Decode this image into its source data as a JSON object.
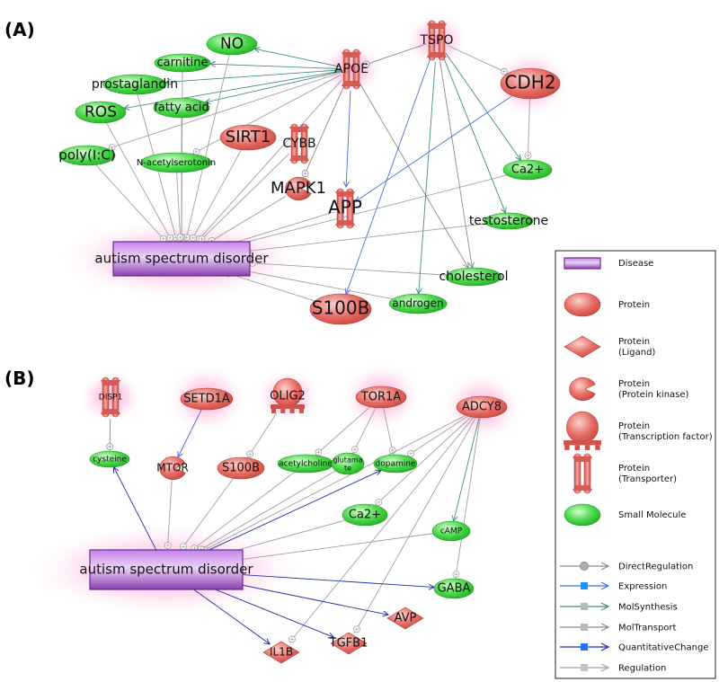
{
  "colors": {
    "protein_fill": "#e0605a",
    "protein_light": "#f5a39e",
    "small_molecule_fill": "#33cc33",
    "small_molecule_light": "#a6f0a0",
    "disease_fill": "#8a3fae",
    "disease_light": "#d7a8f0",
    "halo": "#ff8fc8",
    "edge_direct": "#8a8a8a",
    "edge_expression": "#4a6fd8",
    "edge_molsynth": "#3f8f86",
    "edge_moltransport": "#8a8a8a",
    "edge_quant": "#1f2fa8",
    "edge_regulation": "#a0a0a0"
  },
  "panels": [
    {
      "id": "A",
      "label": "(A)"
    },
    {
      "id": "B",
      "label": "(B)"
    }
  ],
  "nodes": [
    {
      "id": "A_asd",
      "panel": "A",
      "type": "disease",
      "label": "autism spectrum disorder"
    },
    {
      "id": "A_APOE",
      "panel": "A",
      "type": "transporter",
      "label": "APOE"
    },
    {
      "id": "A_TSPO",
      "panel": "A",
      "type": "transporter",
      "label": "TSPO"
    },
    {
      "id": "A_CDH2",
      "panel": "A",
      "type": "protein",
      "label": "CDH2"
    },
    {
      "id": "A_SIRT1",
      "panel": "A",
      "type": "protein",
      "label": "SIRT1"
    },
    {
      "id": "A_CYBB",
      "panel": "A",
      "type": "transporter",
      "label": "CYBB"
    },
    {
      "id": "A_MAPK1",
      "panel": "A",
      "type": "kinase",
      "label": "MAPK1"
    },
    {
      "id": "A_APP",
      "panel": "A",
      "type": "transporter",
      "label": "APP"
    },
    {
      "id": "A_S100B",
      "panel": "A",
      "type": "protein",
      "label": "S100B"
    },
    {
      "id": "A_NO",
      "panel": "A",
      "type": "small",
      "label": "NO"
    },
    {
      "id": "A_carnitine",
      "panel": "A",
      "type": "small",
      "label": "carnitine"
    },
    {
      "id": "A_prostaglandin",
      "panel": "A",
      "type": "small",
      "label": "prostaglandin"
    },
    {
      "id": "A_ROS",
      "panel": "A",
      "type": "small",
      "label": "ROS"
    },
    {
      "id": "A_fattyacid",
      "panel": "A",
      "type": "small",
      "label": "fatty acid"
    },
    {
      "id": "A_polyIC",
      "panel": "A",
      "type": "small",
      "label": "poly(I:C)"
    },
    {
      "id": "A_nacetyl",
      "panel": "A",
      "type": "small",
      "label": "N-acetylserotonin"
    },
    {
      "id": "A_Ca2",
      "panel": "A",
      "type": "small",
      "label": "Ca2+"
    },
    {
      "id": "A_testosterone",
      "panel": "A",
      "type": "small",
      "label": "testosterone"
    },
    {
      "id": "A_cholesterol",
      "panel": "A",
      "type": "small",
      "label": "cholesterol"
    },
    {
      "id": "A_androgen",
      "panel": "A",
      "type": "small",
      "label": "androgen"
    },
    {
      "id": "B_asd",
      "panel": "B",
      "type": "disease",
      "label": "autism spectrum disorder"
    },
    {
      "id": "B_DISP1",
      "panel": "B",
      "type": "transporter",
      "label": "DISP1"
    },
    {
      "id": "B_SETD1A",
      "panel": "B",
      "type": "protein",
      "label": "SETD1A"
    },
    {
      "id": "B_OLIG2",
      "panel": "B",
      "type": "tf",
      "label": "OLIG2"
    },
    {
      "id": "B_TOR1A",
      "panel": "B",
      "type": "protein",
      "label": "TOR1A"
    },
    {
      "id": "B_ADCY8",
      "panel": "B",
      "type": "protein",
      "label": "ADCY8"
    },
    {
      "id": "B_cysteine",
      "panel": "B",
      "type": "small",
      "label": "cysteine"
    },
    {
      "id": "B_MTOR",
      "panel": "B",
      "type": "kinase",
      "label": "MTOR"
    },
    {
      "id": "B_S100B",
      "panel": "B",
      "type": "protein",
      "label": "S100B"
    },
    {
      "id": "B_acetylcholine",
      "panel": "B",
      "type": "small",
      "label": "acetylcholine"
    },
    {
      "id": "B_glutamate",
      "panel": "B",
      "type": "small",
      "label": "glutama\nte"
    },
    {
      "id": "B_dopamine",
      "panel": "B",
      "type": "small",
      "label": "dopamine"
    },
    {
      "id": "B_Ca2",
      "panel": "B",
      "type": "small",
      "label": "Ca2+"
    },
    {
      "id": "B_cAMP",
      "panel": "B",
      "type": "small",
      "label": "cAMP"
    },
    {
      "id": "B_GABA",
      "panel": "B",
      "type": "small",
      "label": "GABA"
    },
    {
      "id": "B_AVP",
      "panel": "B",
      "type": "ligand",
      "label": "AVP"
    },
    {
      "id": "B_TGFB1",
      "panel": "B",
      "type": "ligand",
      "label": "TGFB1"
    },
    {
      "id": "B_IL1B",
      "panel": "B",
      "type": "ligand",
      "label": "IL1B"
    }
  ],
  "edges": [
    {
      "from": "A_APOE",
      "to": "A_NO",
      "kind": "molsynth"
    },
    {
      "from": "A_APOE",
      "to": "A_carnitine",
      "kind": "molsynth"
    },
    {
      "from": "A_APOE",
      "to": "A_prostaglandin",
      "kind": "molsynth"
    },
    {
      "from": "A_APOE",
      "to": "A_ROS",
      "kind": "molsynth"
    },
    {
      "from": "A_APOE",
      "to": "A_fattyacid",
      "kind": "molsynth"
    },
    {
      "from": "A_APOE",
      "to": "A_nacetyl",
      "kind": "regulation"
    },
    {
      "from": "A_APOE",
      "to": "A_polyIC",
      "kind": "regulation"
    },
    {
      "from": "A_APOE",
      "to": "A_APP",
      "kind": "expression"
    },
    {
      "from": "A_APOE",
      "to": "A_MAPK1",
      "kind": "direct"
    },
    {
      "from": "A_APOE",
      "to": "A_cholesterol",
      "kind": "moltransport"
    },
    {
      "from": "A_APOE",
      "to": "A_asd",
      "kind": "regulation"
    },
    {
      "from": "A_TSPO",
      "to": "A_APOE",
      "kind": "direct"
    },
    {
      "from": "A_TSPO",
      "to": "A_CDH2",
      "kind": "regulation"
    },
    {
      "from": "A_TSPO",
      "to": "A_Ca2",
      "kind": "molsynth"
    },
    {
      "from": "A_TSPO",
      "to": "A_testosterone",
      "kind": "molsynth"
    },
    {
      "from": "A_TSPO",
      "to": "A_cholesterol",
      "kind": "moltransport"
    },
    {
      "from": "A_TSPO",
      "to": "A_androgen",
      "kind": "molsynth"
    },
    {
      "from": "A_TSPO",
      "to": "A_S100B",
      "kind": "expression"
    },
    {
      "from": "A_CDH2",
      "to": "A_Ca2",
      "kind": "regulation"
    },
    {
      "from": "A_CDH2",
      "to": "A_APP",
      "kind": "expression"
    },
    {
      "from": "A_NO",
      "to": "A_asd",
      "kind": "regulation"
    },
    {
      "from": "A_carnitine",
      "to": "A_asd",
      "kind": "regulation"
    },
    {
      "from": "A_prostaglandin",
      "to": "A_asd",
      "kind": "regulation"
    },
    {
      "from": "A_ROS",
      "to": "A_asd",
      "kind": "regulation"
    },
    {
      "from": "A_fattyacid",
      "to": "A_asd",
      "kind": "regulation"
    },
    {
      "from": "A_polyIC",
      "to": "A_asd",
      "kind": "regulation"
    },
    {
      "from": "A_nacetyl",
      "to": "A_asd",
      "kind": "regulation"
    },
    {
      "from": "A_SIRT1",
      "to": "A_asd",
      "kind": "regulation"
    },
    {
      "from": "A_CYBB",
      "to": "A_asd",
      "kind": "regulation"
    },
    {
      "from": "A_MAPK1",
      "to": "A_asd",
      "kind": "regulation"
    },
    {
      "from": "A_APP",
      "to": "A_asd",
      "kind": "regulation"
    },
    {
      "from": "A_Ca2",
      "to": "A_asd",
      "kind": "regulation"
    },
    {
      "from": "A_testosterone",
      "to": "A_asd",
      "kind": "regulation"
    },
    {
      "from": "A_cholesterol",
      "to": "A_asd",
      "kind": "regulation"
    },
    {
      "from": "A_androgen",
      "to": "A_asd",
      "kind": "regulation"
    },
    {
      "from": "A_S100B",
      "to": "A_asd",
      "kind": "regulation"
    },
    {
      "from": "B_DISP1",
      "to": "B_cysteine",
      "kind": "direct"
    },
    {
      "from": "B_SETD1A",
      "to": "B_MTOR",
      "kind": "expression"
    },
    {
      "from": "B_OLIG2",
      "to": "B_S100B",
      "kind": "regulation"
    },
    {
      "from": "B_TOR1A",
      "to": "B_glutamate",
      "kind": "regulation"
    },
    {
      "from": "B_TOR1A",
      "to": "B_dopamine",
      "kind": "regulation"
    },
    {
      "from": "B_TOR1A",
      "to": "B_acetylcholine",
      "kind": "regulation"
    },
    {
      "from": "B_ADCY8",
      "to": "B_dopamine",
      "kind": "regulation"
    },
    {
      "from": "B_ADCY8",
      "to": "B_Ca2",
      "kind": "regulation"
    },
    {
      "from": "B_ADCY8",
      "to": "B_cAMP",
      "kind": "molsynth"
    },
    {
      "from": "B_ADCY8",
      "to": "B_GABA",
      "kind": "regulation"
    },
    {
      "from": "B_ADCY8",
      "to": "B_IL1B",
      "kind": "regulation"
    },
    {
      "from": "B_ADCY8",
      "to": "B_TGFB1",
      "kind": "regulation"
    },
    {
      "from": "B_ADCY8",
      "to": "B_asd",
      "kind": "regulation"
    },
    {
      "from": "B_asd",
      "to": "B_cysteine",
      "kind": "quant"
    },
    {
      "from": "B_MTOR",
      "to": "B_asd",
      "kind": "regulation"
    },
    {
      "from": "B_S100B",
      "to": "B_asd",
      "kind": "regulation"
    },
    {
      "from": "B_acetylcholine",
      "to": "B_asd",
      "kind": "regulation"
    },
    {
      "from": "B_glutamate",
      "to": "B_asd",
      "kind": "regulation"
    },
    {
      "from": "B_asd",
      "to": "B_dopamine",
      "kind": "quant"
    },
    {
      "from": "B_Ca2",
      "to": "B_asd",
      "kind": "regulation"
    },
    {
      "from": "B_cAMP",
      "to": "B_asd",
      "kind": "regulation"
    },
    {
      "from": "B_asd",
      "to": "B_GABA",
      "kind": "quant"
    },
    {
      "from": "B_asd",
      "to": "B_AVP",
      "kind": "quant"
    },
    {
      "from": "B_asd",
      "to": "B_TGFB1",
      "kind": "quant"
    },
    {
      "from": "B_asd",
      "to": "B_IL1B",
      "kind": "quant"
    }
  ],
  "legend": {
    "nodes": [
      {
        "type": "disease",
        "label": "Disease"
      },
      {
        "type": "protein",
        "label": "Protein"
      },
      {
        "type": "ligand",
        "label": "Protein\n(Ligand)"
      },
      {
        "type": "kinase",
        "label": "Protein\n(Protein kinase)"
      },
      {
        "type": "tf",
        "label": "Protein\n(Transcription factor)"
      },
      {
        "type": "transporter",
        "label": "Protein\n(Transporter)"
      },
      {
        "type": "small",
        "label": "Small Molecule"
      }
    ],
    "edges": [
      {
        "kind": "direct",
        "label": "DirectRegulation"
      },
      {
        "kind": "expression",
        "label": "Expression"
      },
      {
        "kind": "molsynth",
        "label": "MolSynthesis"
      },
      {
        "kind": "moltransport",
        "label": "MolTransport"
      },
      {
        "kind": "quant",
        "label": "QuantitativeChange"
      },
      {
        "kind": "regulation",
        "label": "Regulation"
      }
    ]
  }
}
